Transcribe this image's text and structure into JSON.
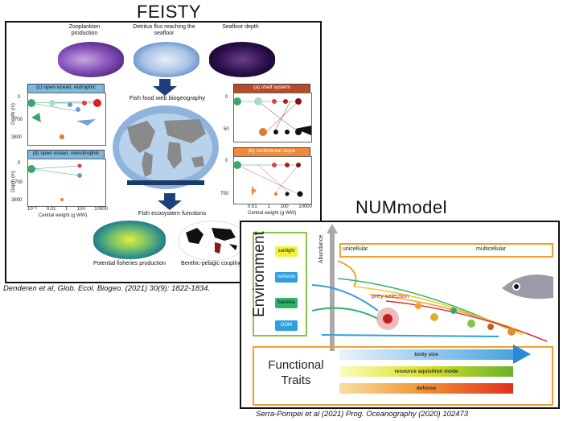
{
  "feisty": {
    "title": "FEISTY",
    "maps_top": [
      {
        "label": "Zooplankton production"
      },
      {
        "label": "Detritus flux reaching the seafloor"
      },
      {
        "label": "Seafloor depth"
      }
    ],
    "center_label": "Fish food web biogeography",
    "functions_label": "Fish ecosystem functions",
    "maps_bottom": [
      {
        "label": "Potential fisheries production"
      },
      {
        "label": "Benthic-pelagic coupling"
      }
    ],
    "panels": {
      "c": {
        "title": "(c) open ocean, eutrophic",
        "yticks": [
          "0",
          "700",
          "3800"
        ]
      },
      "d": {
        "title": "(d) open ocean, mesotrophic",
        "yticks": [
          "0",
          "700",
          "3800"
        ]
      },
      "a": {
        "title": "(a) shelf system",
        "yticks": [
          "0",
          "50"
        ]
      },
      "b": {
        "title": "(b) continental slope",
        "yticks": [
          "0",
          "750"
        ]
      }
    },
    "ylabel": "Depth (m)",
    "xticks_left": [
      "10⁻⁶",
      "0.01",
      "1",
      "100",
      "10000"
    ],
    "xticks_right": [
      "0.01",
      "1",
      "100",
      "10000"
    ],
    "xlabel": "Central weight (g WW)",
    "citation": "Denderen et al, Glob. Ecol. Biogeo. (2021) 30(9): 1822-1834."
  },
  "num": {
    "title": "NUMmodel",
    "environment_label": "Environment",
    "environment_items": [
      {
        "label": "sunlight",
        "color": "#f2f23a"
      },
      {
        "label": "nutrients",
        "color": "#2f9fe0"
      },
      {
        "label": "bacteria",
        "color": "#30b36a"
      },
      {
        "label": "DOM",
        "color": "#2f9fe0"
      }
    ],
    "abundance_label": "Abundance",
    "unicellular_label": "unicellular",
    "multicellular_label": "multicellular",
    "prey_label": "prey selection",
    "traits_label": "Functional Traits",
    "traits": [
      {
        "label": "body size"
      },
      {
        "label": "resource aquisition mode"
      },
      {
        "label": "defense"
      }
    ],
    "citation": "Serra-Pompei et al (2021) Prog. Oceanography (2020) 102473"
  }
}
